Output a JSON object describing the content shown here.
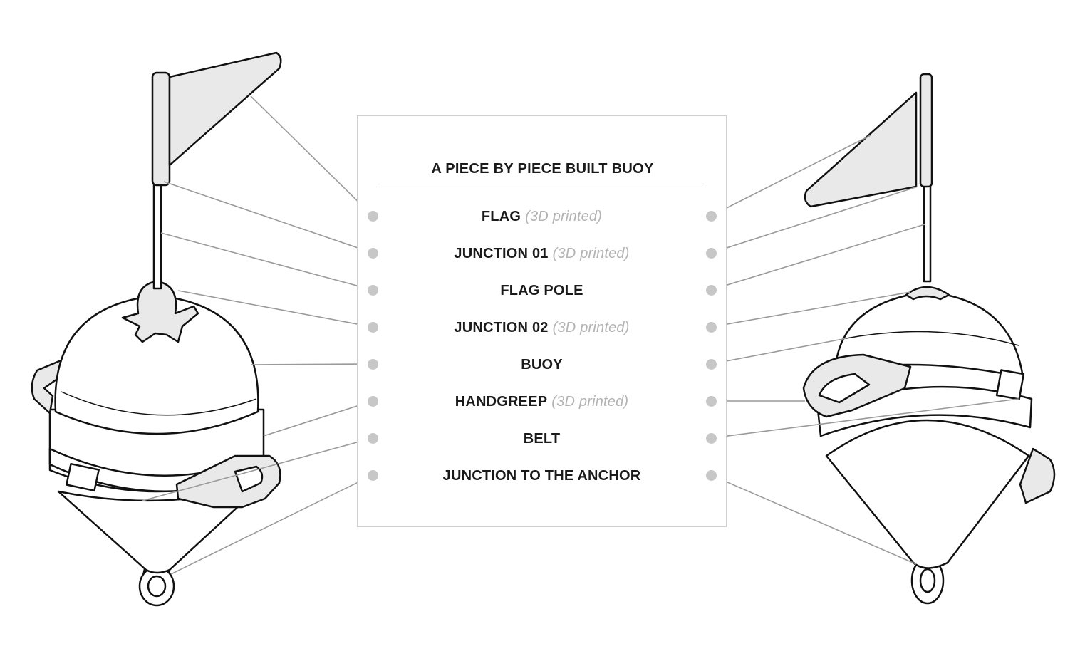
{
  "title": "A PIECE BY PIECE BUILT BUOY",
  "parts": [
    {
      "name": "FLAG",
      "note": "(3D printed)"
    },
    {
      "name": "JUNCTION 01",
      "note": "(3D printed)"
    },
    {
      "name": "FLAG POLE",
      "note": ""
    },
    {
      "name": "JUNCTION 02",
      "note": "(3D printed)"
    },
    {
      "name": "BUOY",
      "note": ""
    },
    {
      "name": "HANDGREEP",
      "note": "(3D printed)"
    },
    {
      "name": "BELT",
      "note": ""
    },
    {
      "name": "JUNCTION TO THE ANCHOR",
      "note": ""
    }
  ],
  "colors": {
    "ink": "#1a1a1a",
    "note": "#b3b3b3",
    "dot": "#c7c7c7",
    "leader": "#9a9a9a",
    "fill": "#e9e9e9"
  }
}
